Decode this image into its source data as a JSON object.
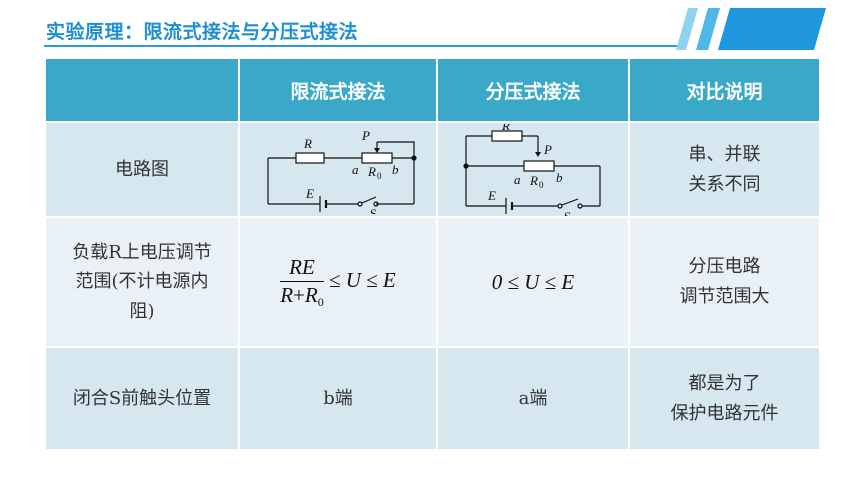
{
  "title": "实验原理：限流式接法与分压式接法",
  "table": {
    "headers": [
      "",
      "限流式接法",
      "分压式接法",
      "对比说明"
    ],
    "rows": [
      {
        "label": "电路图",
        "comparison": [
          "串、并联",
          "关系不同"
        ]
      },
      {
        "label": [
          "负载R上电压调节",
          "范围(不计电源内",
          "阻)"
        ],
        "limiting": {
          "num": "RE",
          "den_a": "R",
          "den_plus": "+",
          "den_b": "R",
          "den_sub": "0",
          "rel": "≤ U ≤ E"
        },
        "divider": "0 ≤ U ≤ E",
        "comparison": [
          "分压电路",
          "调节范围大"
        ]
      },
      {
        "label": "闭合S前触头位置",
        "limiting": "b端",
        "divider": "a端",
        "comparison": [
          "都是为了",
          "保护电路元件"
        ]
      }
    ]
  },
  "circuit_labels": {
    "R": "R",
    "P": "P",
    "a": "a",
    "b": "b",
    "R0": "R",
    "R0_sub": "0",
    "E": "E",
    "S": "S"
  }
}
